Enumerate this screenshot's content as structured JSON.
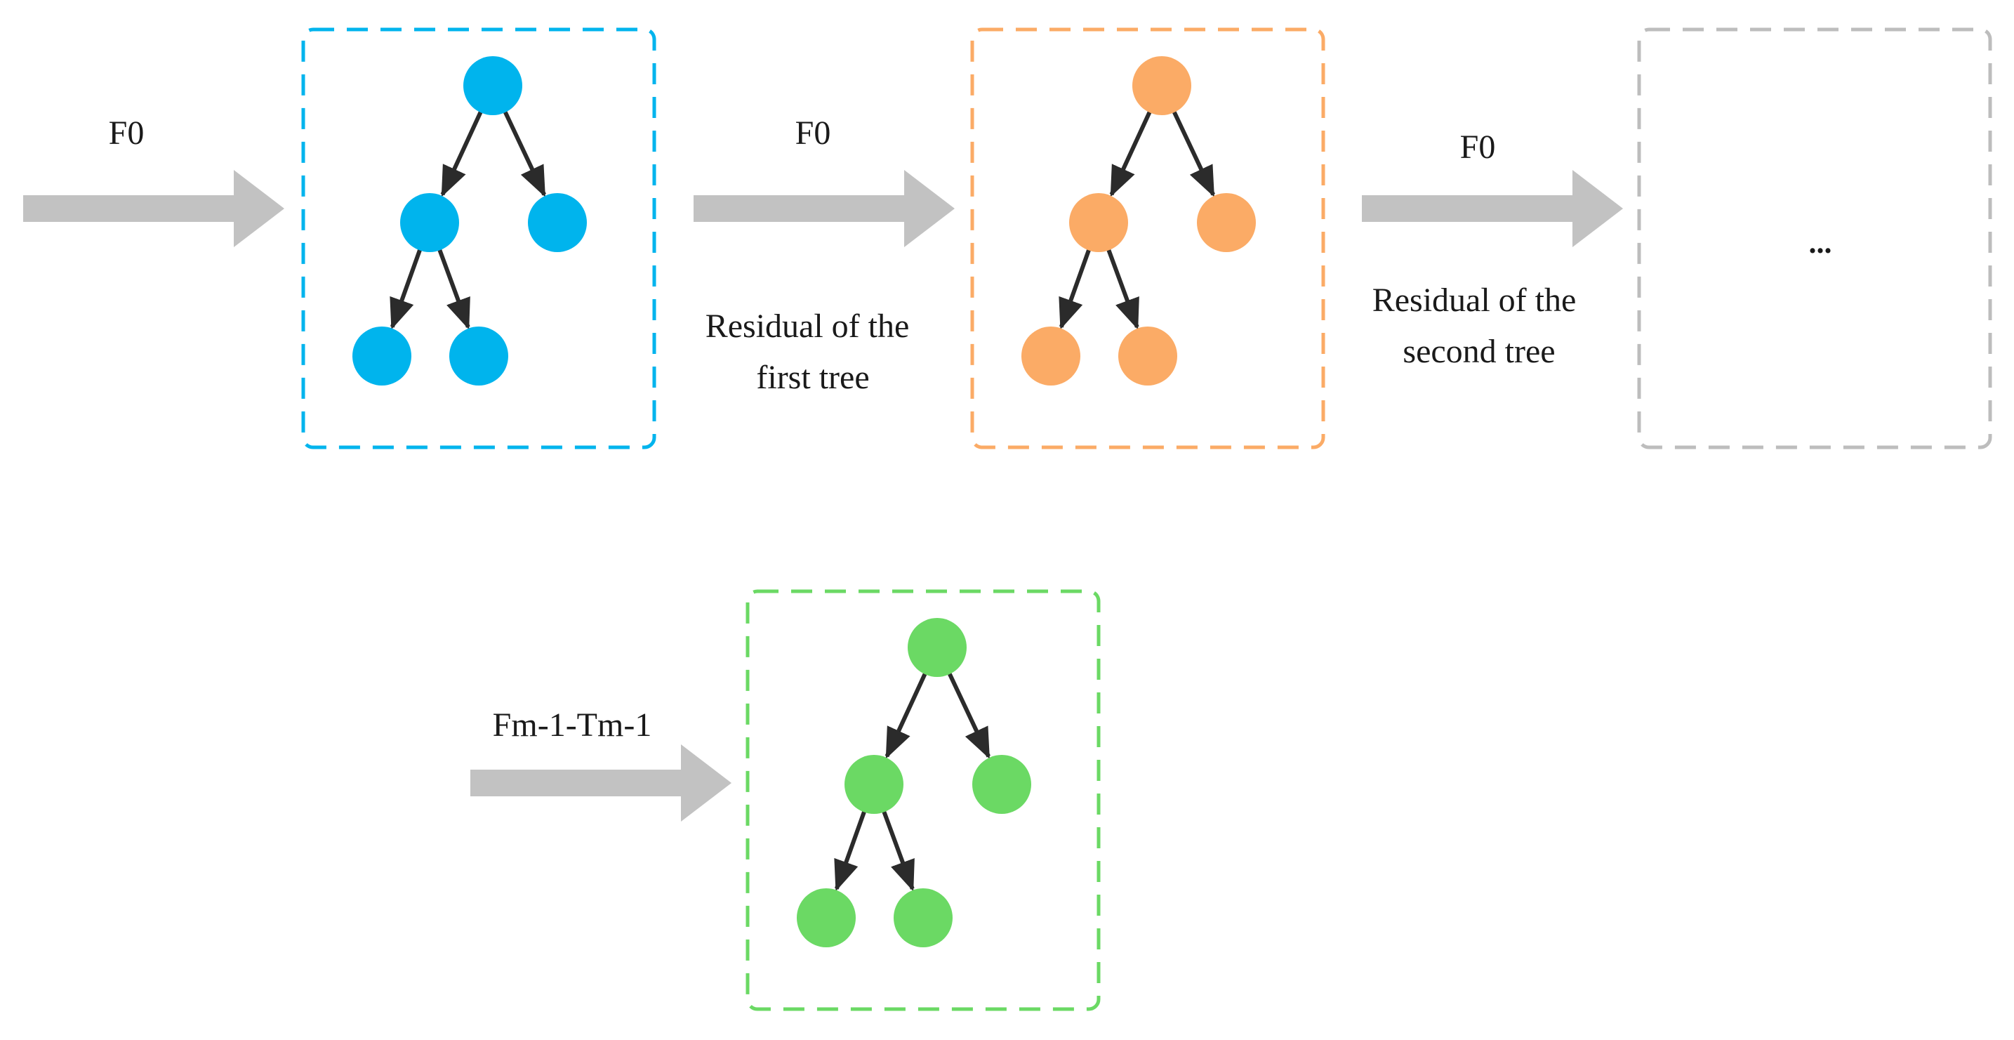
{
  "colors": {
    "tree1": "#00B4ED",
    "tree2": "#FBAB66",
    "tree3": "#BDBDBD",
    "tree_m": "#6BD964",
    "flow_arrow": "#C2C2C2",
    "edge_arrow": "#2B2B2B"
  },
  "stages": [
    {
      "input_label": "F0",
      "residual_lines": []
    },
    {
      "input_label": "F0",
      "residual_lines": [
        "Residual of the",
        "first tree"
      ]
    },
    {
      "input_label": "F0",
      "residual_lines": [
        "Residual of the",
        "second tree"
      ]
    },
    {
      "input_label": "Fm-1-Tm-1",
      "residual_lines": []
    }
  ],
  "ellipsis": "..."
}
